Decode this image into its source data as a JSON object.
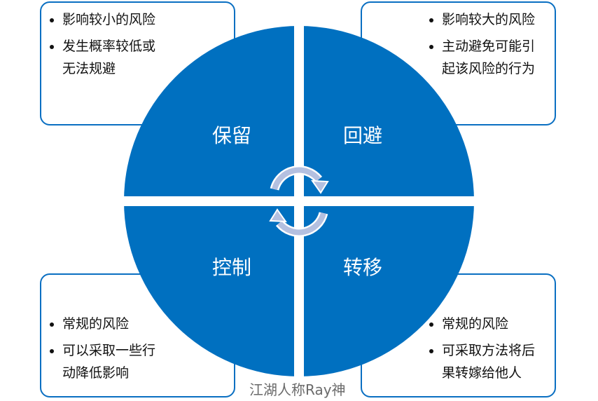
{
  "quadrants": [
    {
      "label": "保留",
      "points": [
        "影响较小的风险",
        "发生概率较低或无法规避"
      ]
    },
    {
      "label": "回避",
      "points": [
        "影响较大的风险",
        "主动避免可能引起该风险的行为"
      ]
    },
    {
      "label": "控制",
      "points": [
        "常规的风险",
        "可以采取一些行动降低影响"
      ]
    },
    {
      "label": "转移",
      "points": [
        "常规的风险",
        "可采取方法将后果转嫁给他人"
      ]
    }
  ],
  "colors": {
    "primary": "#0070c0",
    "arrow": "#b4c0e0"
  },
  "watermark": "江湖人称Ray神"
}
